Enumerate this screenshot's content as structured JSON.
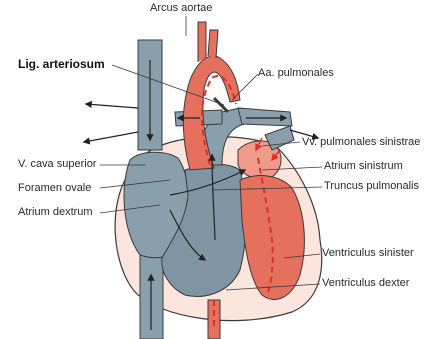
{
  "labels": {
    "arcus_aortae": "Arcus aortae",
    "lig_arteriosum": "Lig. arteriosum",
    "aa_pulmonales": "Aa. pulmonales",
    "vv_pulmonales_sinistrae": "Vv. pulmonales sinistrae",
    "v_cava_superior": "V. cava superior",
    "atrium_sinistrum": "Atrium sinistrum",
    "foramen_ovale": "Foramen ovale",
    "truncus_pulmonalis": "Truncus pulmonalis",
    "atrium_dextrum": "Atrium dextrum",
    "ventriculus_sinister": "Ventriculus sinister",
    "ventriculus_dexter": "Ventriculus dexter"
  },
  "colors": {
    "venous_blue": "#8a9fac",
    "venous_dark": "#6f8593",
    "arterial_red": "#e6705e",
    "arterial_light": "#ef9a8a",
    "pericardium": "#fbe5dc",
    "outline": "#3a3a3a",
    "flow_dash": "#d8322a"
  }
}
